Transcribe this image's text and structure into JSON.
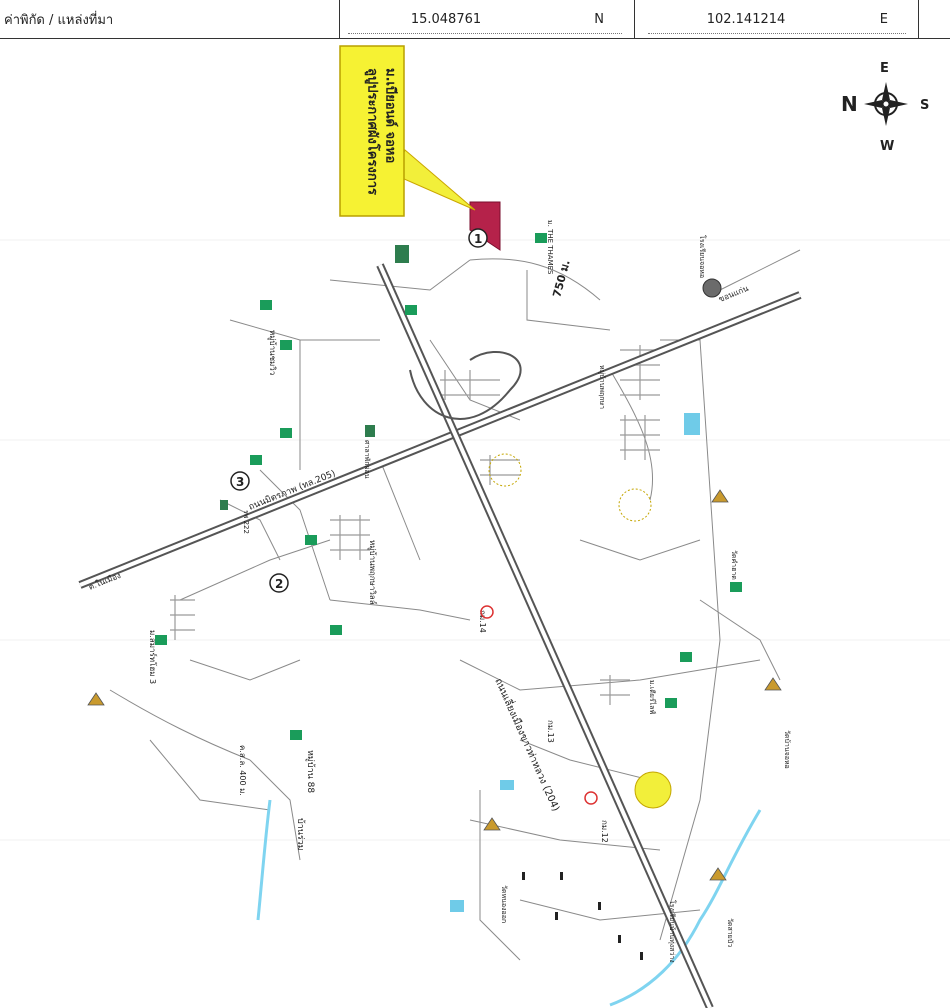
{
  "header": {
    "label": "ค่าพิกัด / แหล่งที่มา",
    "lat_value": "15.048761",
    "lat_dir": "N",
    "lon_value": "102.141214",
    "lon_dir": "E"
  },
  "callout": {
    "line1": "ลูปูประกาศผังโครงการ",
    "line2": "ม.เบียอนด์ จอหอ"
  },
  "compass": {
    "north": "N",
    "east": "E",
    "south": "S",
    "west": "W"
  },
  "roads": {
    "highway_upper": "ถนนมิตรภาพ (ทล.205)",
    "highway_lower": "ถนนเลี่ยงเมืองขาวท่าหลวง (204)",
    "khon_kaen": "ขอนแก่น",
    "to_city": "ต.ในเมือง",
    "km14": "กม.14",
    "km12": "กม.12",
    "km13": "กม.13",
    "r222": "รพ 222",
    "distance_750": "750 ม.",
    "distance_400": "ค.ส.ล. 400 ม."
  },
  "places": {
    "thames": "ม. THE THAMES",
    "school_top": "โรงเรียนจอหอ",
    "village_village_1": "หมู่บ้านพฤกษา",
    "village_chomview": "หมู่บ้านชมวิว",
    "village_pruksa": "หมู่บ้านพฤกษาวิลล์",
    "village_88": "หมู่บ้าน 88",
    "ban_ruam": "บ้านร่วม",
    "wat_nong": "วัดหนองออก",
    "wat_sai": "วัดสายบัว",
    "wat_jo": "วัดบ้านจอหอ",
    "wat_kham": "วัดคำฮาด",
    "city_3": "ม.สมาร์ทโฮม 3",
    "school_bottom": "โรงเรียนบ้านทุ่งสว่าง",
    "rest_zone": "ศาลาพักผ่อน",
    "dear_village": "ม.เดียร์ไลฟ์"
  },
  "markers": [
    "1",
    "2",
    "3"
  ]
}
